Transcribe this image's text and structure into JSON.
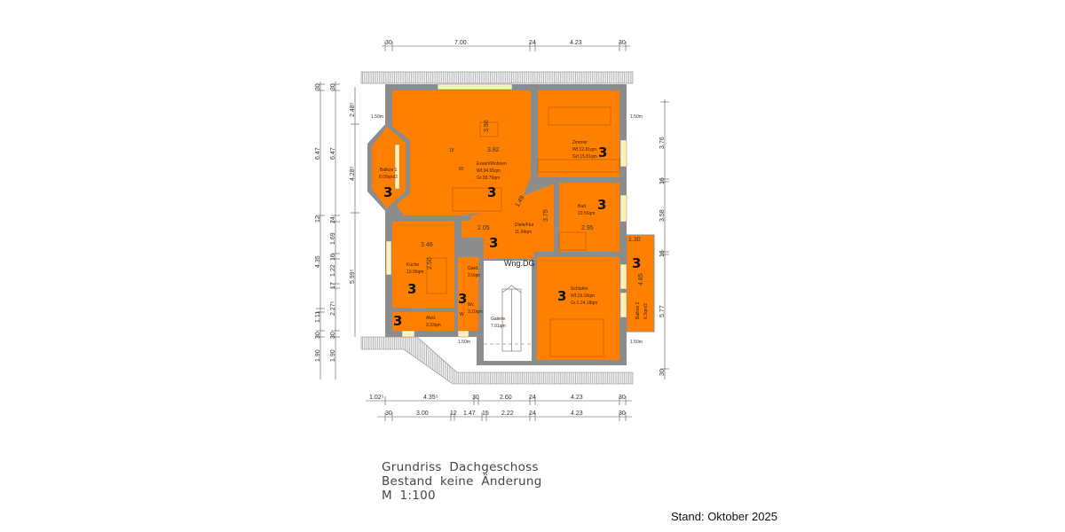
{
  "drawing": {
    "title_line1": "Grundriss  Dachgeschoss",
    "title_line2": "Bestand  keine  Änderung",
    "scale": "M  1:100",
    "stand": "Stand: Oktober 2025",
    "unit_label": "Wng.DG",
    "colors": {
      "room_fill": "#ff8000",
      "wall": "#8c8c8c",
      "window": "#fdf0b8",
      "stair_bg": "#ffffff",
      "dim_line": "#555555"
    }
  },
  "dimensions": {
    "top": [
      "30",
      "7.00",
      "24",
      "4.23",
      "30"
    ],
    "bottom_row1": [
      "1.02⁵",
      "4.35⁵",
      "30",
      "2.60",
      "24",
      "4.23",
      "30"
    ],
    "bottom_row2": [
      "30",
      "3.00",
      "12",
      "1.47",
      "15",
      "2.22",
      "24",
      "4.23",
      "30"
    ],
    "left_outer": [
      "30",
      "6.47",
      "12",
      "4.35",
      "1.11",
      "30",
      "1.90"
    ],
    "left_inner": [
      "30",
      "6.47",
      "24",
      "1.69",
      "16",
      "1.22",
      "17",
      "2.27⁵",
      "30",
      "1.90"
    ],
    "left_window": [
      "2.48⁵",
      "4.28⁵",
      "5.99⁵"
    ],
    "right": [
      "3.76",
      "16",
      "3.58",
      "16",
      "5.77",
      "30"
    ],
    "interior": {
      "essen_h": "3.90",
      "essen_w": "3.82",
      "essen_small1": "18",
      "essen_small2": "80",
      "diag": "1.49",
      "flur_w": "2.05",
      "flur_h": "3.75",
      "kueche_w": "3.48",
      "kueche_h": "2.50",
      "bad_w": "2.95",
      "balkon2_w": "1.30",
      "balkon2_h": "4.85",
      "win_tl": "1.50m",
      "win_tr": "1.50m",
      "win_br": "1.50m",
      "win_bl": "1.50m"
    }
  },
  "rooms": [
    {
      "id": "balkon1",
      "name": "Balkon  1",
      "area": "8.09qm/2",
      "num": "3"
    },
    {
      "id": "essen",
      "name": "Essen/Wohnen",
      "wfl": "Wf.34.65qm",
      "gr": "Gr.38.79qm",
      "num": "3"
    },
    {
      "id": "zimmer",
      "name": "Zimmer",
      "wfl": "Wf.12.81qm",
      "gr": "Grf.15.81qm",
      "num": "3"
    },
    {
      "id": "bad",
      "name": "Bad",
      "area": "10.56qm",
      "num": "3"
    },
    {
      "id": "flur",
      "name": "Diele/Flur",
      "area": "11.94qm",
      "num": "3"
    },
    {
      "id": "kueche",
      "name": "Küche",
      "area": "13.90qm",
      "num": "3"
    },
    {
      "id": "gard",
      "name": "Gard.",
      "area": "2.0qm",
      "num": ""
    },
    {
      "id": "wc",
      "name": "Wc",
      "area": "3.10qm",
      "num": "3",
      "extra": "W"
    },
    {
      "id": "abst",
      "name": "Abst.",
      "area": "3.33qm",
      "num": "3"
    },
    {
      "id": "galerie",
      "name": "Galerie",
      "area": "7.01qm",
      "num": ""
    },
    {
      "id": "schlafen",
      "name": "Schlafen",
      "wfl": "Wf.19.18qm",
      "gr": "Gr.1.24.18qm",
      "num": "3"
    },
    {
      "id": "balkon2",
      "name": "Balkon  2",
      "area": "6.3qm/2",
      "num": "3"
    }
  ]
}
